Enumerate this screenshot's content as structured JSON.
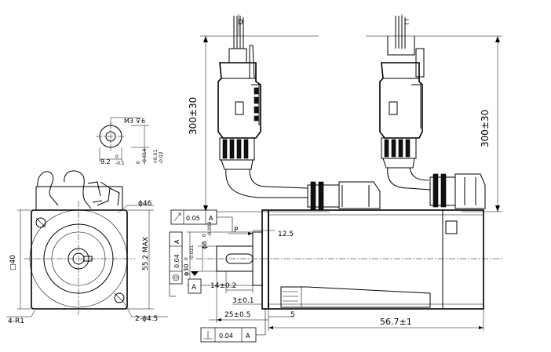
{
  "connectors": {
    "left_label": "D",
    "right_label": "C"
  },
  "cable": {
    "left_length": "300±30",
    "right_length": "300±30"
  },
  "shaft_detail": {
    "tap": "M3",
    "depth": "6",
    "key_width": "9.2",
    "key_tol_upper": "0",
    "key_tol_lower": "-0.1",
    "width_tol_upper": "0",
    "width_tol_lower": "-0.014",
    "depth_tol_upper": "+0.01",
    "depth_tol_lower": "-0.02"
  },
  "front_view": {
    "square": "□40",
    "corner_radius": "4-R1",
    "bolt_circle": "ϕ46",
    "diagonal_max": "55.2 MAX",
    "holes": "2-ϕ4.5"
  },
  "side_view": {
    "flatness_value": "0.05",
    "flatness_datum": "A",
    "runout_value": "0.04",
    "runout_datum": "A",
    "pilot_dia": "ϕ30",
    "pilot_tol_upper": "0",
    "pilot_tol_lower": "-0.021",
    "shaft_dia": "ϕ8",
    "shaft_tol_upper": "0",
    "shaft_tol_lower": "-0.009",
    "datum_label": "A",
    "section_mark": "P",
    "dim_12_5": "12.5",
    "key_length": "14±0.2",
    "flange_thickness": "3±0.1",
    "shaft_length": "25±0.5",
    "flange_offset": "5",
    "body_length": "56.7±1",
    "perp_value": "0.04",
    "perp_datum": "A"
  },
  "symbols": {
    "flatness": "flatness-symbol",
    "runout": "runout-arrow-symbol",
    "perpendicularity": "perpendicularity-symbol",
    "concentricity": "concentricity-symbol",
    "datum": "datum-triangle-symbol"
  }
}
